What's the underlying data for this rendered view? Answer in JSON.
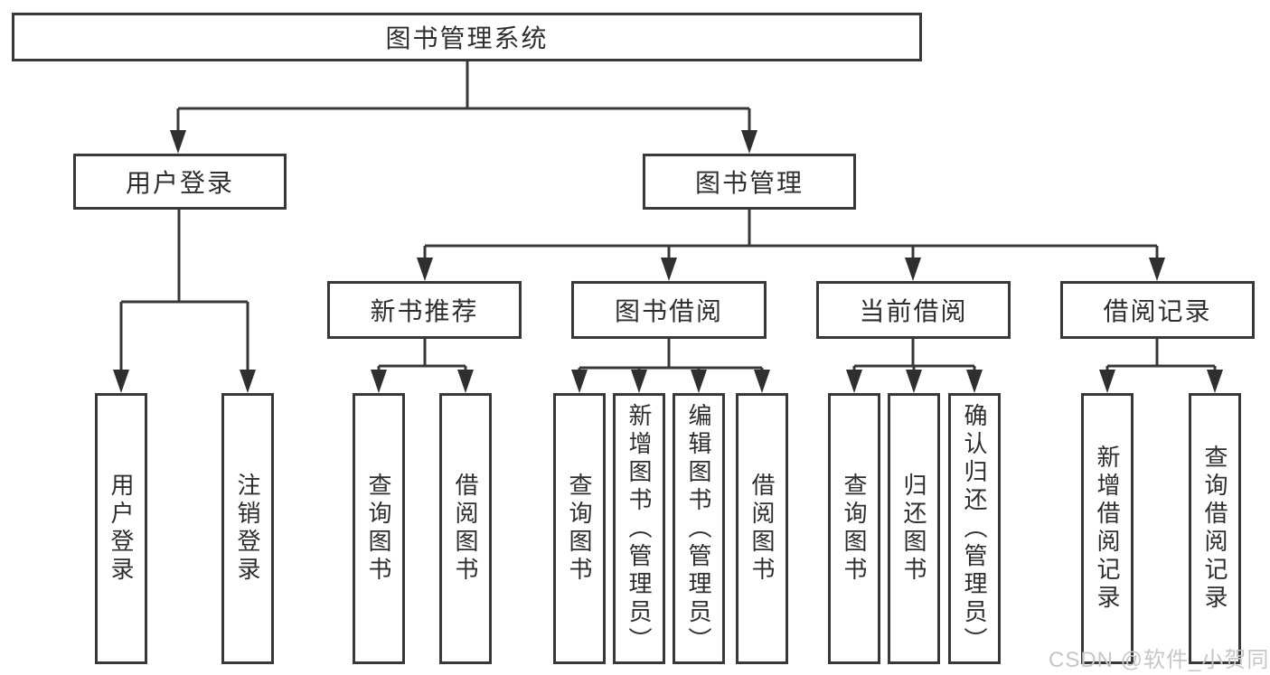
{
  "diagram_type": "hierarchy-tree",
  "colors": {
    "line": "#383838",
    "box_border": "#383838",
    "box_background": "#ffffff",
    "text": "#2e2e2e",
    "watermark": "#c6c6c6"
  },
  "tree": {
    "label": "图书管理系统",
    "children": [
      {
        "label": "用户登录",
        "children": [
          {
            "label": "用户登录"
          },
          {
            "label": "注销登录"
          }
        ]
      },
      {
        "label": "图书管理",
        "children": [
          {
            "label": "新书推荐",
            "children": [
              {
                "label": "查询图书"
              },
              {
                "label": "借阅图书"
              }
            ]
          },
          {
            "label": "图书借阅",
            "children": [
              {
                "label": "查询图书"
              },
              {
                "label": "新增图书（管理员）"
              },
              {
                "label": "编辑图书（管理员）"
              },
              {
                "label": "借阅图书"
              }
            ]
          },
          {
            "label": "当前借阅",
            "children": [
              {
                "label": "查询图书"
              },
              {
                "label": "归还图书"
              },
              {
                "label": "确认归还（管理员）"
              }
            ]
          },
          {
            "label": "借阅记录",
            "children": [
              {
                "label": "新增借阅记录"
              },
              {
                "label": "查询借阅记录"
              }
            ]
          }
        ]
      }
    ]
  },
  "watermark": {
    "text": "CSDN @软件_小贺同学"
  }
}
